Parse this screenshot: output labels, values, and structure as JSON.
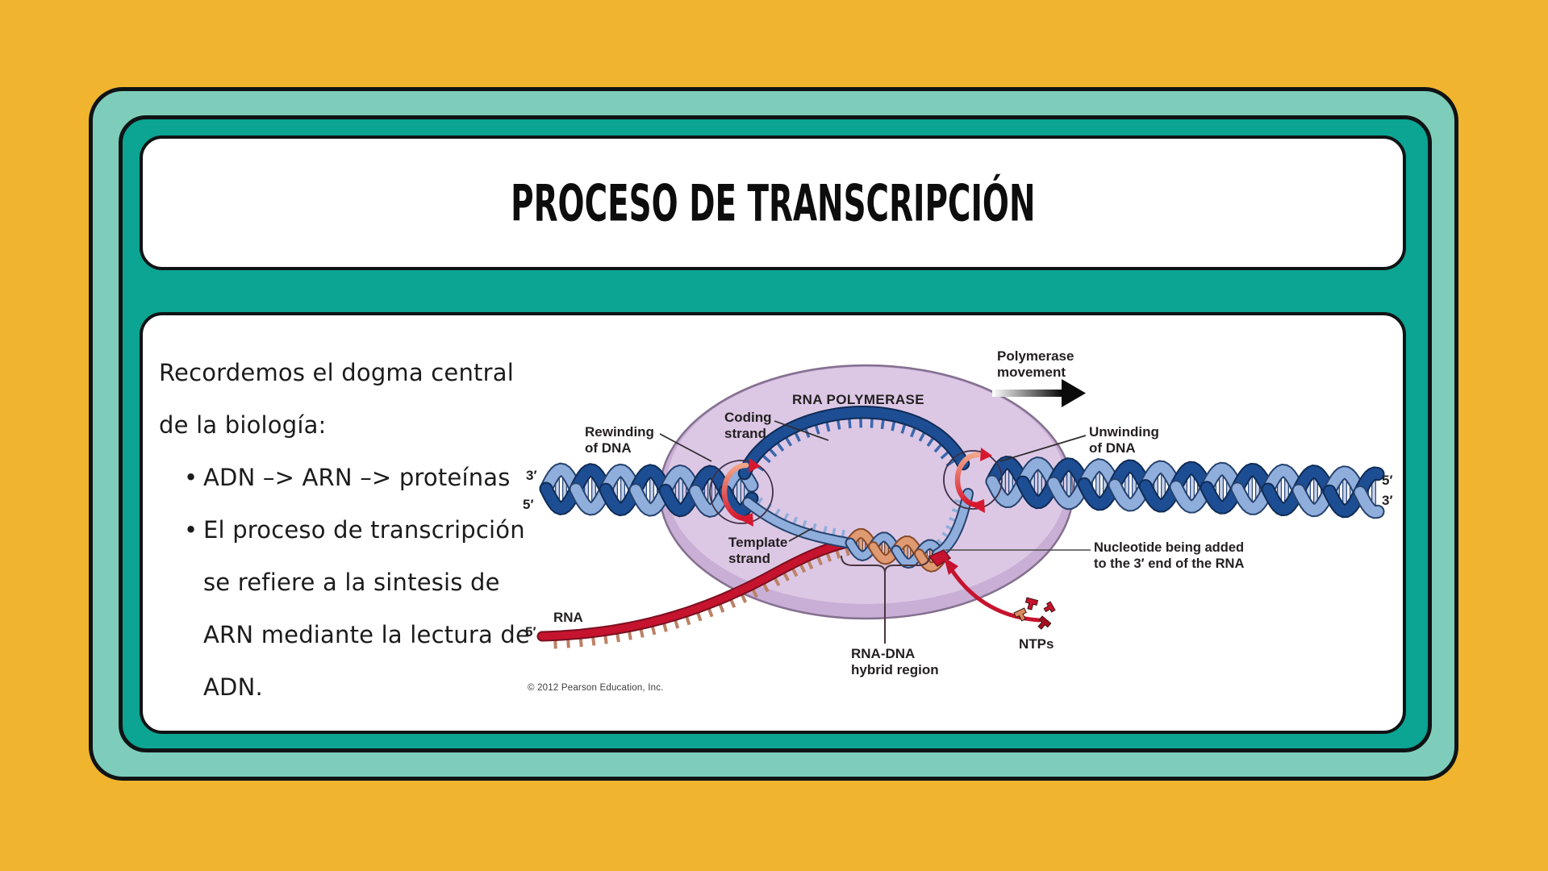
{
  "slide": {
    "title": "PROCESO DE TRANSCRIPCIÓN",
    "bullet_char": "•",
    "body": {
      "intro": [
        "Recordemos el dogma central",
        "de la biología:"
      ],
      "bullets": [
        [
          "ADN –> ARN –> proteínas"
        ],
        [
          "El proceso de transcripción",
          "se refiere a la sintesis de",
          "ARN mediante la lectura de",
          "ADN."
        ]
      ]
    }
  },
  "diagram": {
    "labels": {
      "polymerase_movement": "Polymerase\nmovement",
      "rna_polymerase": "RNA POLYMERASE",
      "coding_strand": "Coding\nstrand",
      "rewinding": "Rewinding\nof DNA",
      "unwinding": "Unwinding\nof DNA",
      "left_top_end": "3′",
      "left_bottom_end": "5′",
      "right_top_end": "5′",
      "right_bottom_end": "3′",
      "template_strand": "Template\nstrand",
      "nucleotide": "Nucleotide being added\nto the 3′ end of the RNA",
      "rna": "RNA",
      "rna_end": "5′",
      "hybrid": "RNA-DNA\nhybrid region",
      "ntps": "NTPs",
      "credit": "© 2012 Pearson Education, Inc."
    }
  },
  "theme": {
    "colors": {
      "background": "#F0B42F",
      "frame_outer": "#7ECDBB",
      "frame_inner": "#0CA493",
      "card_bg": "#FFFFFF",
      "outline": "#101314",
      "label_color": "#231F20",
      "ellipse_top": "#DCC8E5",
      "ellipse_bottom": "#C9AED5",
      "ellipse_stroke": "#84708F",
      "dna_dark": "#1D4E94",
      "dna_dark_outline": "#0F2B55",
      "dna_light": "#8FAEDC",
      "dna_light_outline": "#26426E",
      "dna_teeth": "#3A67AD",
      "rung": "#C9D4EA",
      "rung_stroke": "#2A4A80",
      "rna_red": "#C6132E",
      "rna_outline": "#79101F",
      "rna_teeth": "#BC8166",
      "hybrid_orange": "#E09A72",
      "hybrid_orange_outline": "#8A4A28",
      "hybrid_rung": "#D8A88E",
      "hybrid_rung_stroke": "#7C4A33",
      "pointer_line": "#2F2B2C",
      "circle_stroke": "#3F2F45",
      "rot_start": "#F2A488",
      "rot_end": "#D6182F",
      "ntp_orange": "#D98A5F",
      "ntp_red": "#C6132E",
      "ntp_dark_red": "#A50F22"
    }
  }
}
